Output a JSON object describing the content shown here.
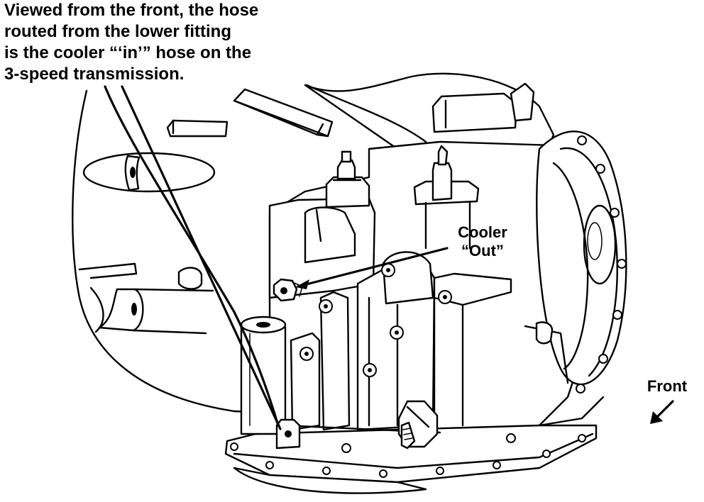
{
  "diagram": {
    "caption_lines": [
      "Viewed from the front, the hose",
      "routed from the lower fitting",
      "is the cooler “‘in’” hose on the",
      "3-speed transmission."
    ],
    "labels": {
      "cooler_out_line1": "Cooler",
      "cooler_out_line2": "“Out”",
      "front": "Front"
    },
    "colors": {
      "ink": "#000000",
      "background": "#ffffff"
    }
  }
}
